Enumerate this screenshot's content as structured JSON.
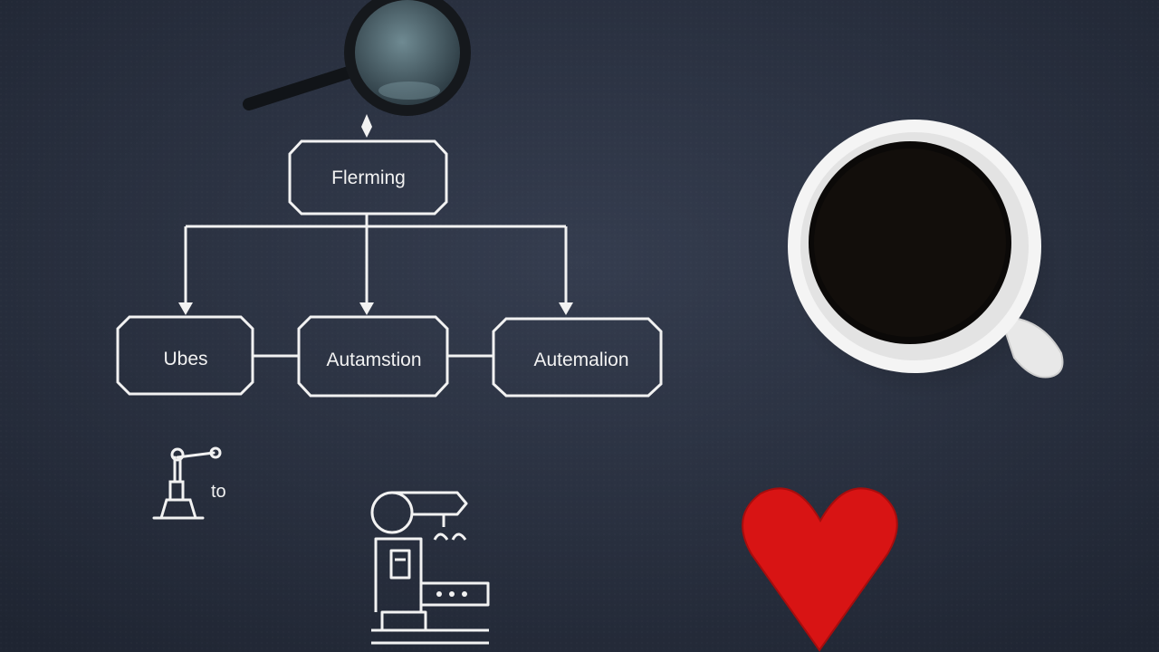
{
  "diagram": {
    "root": {
      "label": "Flerming"
    },
    "children": [
      {
        "label": "Ubes"
      },
      {
        "label": "Autamstion"
      },
      {
        "label": "Autemalion"
      }
    ]
  },
  "robot_caption": "to",
  "colors": {
    "background": "#2a3140",
    "chalk": "#f2f2f2",
    "heart": "#d81414",
    "cup": "#f4f4f4",
    "coffee": "#0b0908"
  }
}
